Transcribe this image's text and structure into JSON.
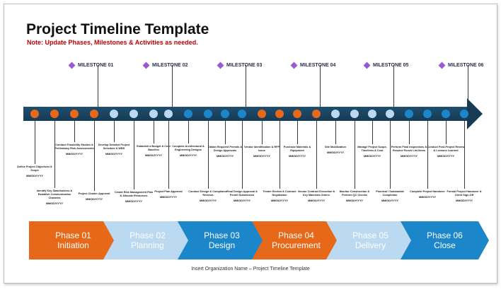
{
  "header": {
    "title": "Project Timeline Template",
    "note": "Note: Update Phases, Milestones & Activities as needed."
  },
  "milestones": [
    {
      "label": "MILESTONE 01"
    },
    {
      "label": "MILESTONE 02"
    },
    {
      "label": "MILESTONE 03"
    },
    {
      "label": "MILESTONE 04"
    },
    {
      "label": "MILESTONE 05"
    },
    {
      "label": "MILESTONE 06"
    }
  ],
  "activities": [
    {
      "title": "Define Project Objectives & Scope",
      "date": "MM/DD/YYYY",
      "color": "#e8681a"
    },
    {
      "title": "Identify Key Stakeholders & Establish Communication Channels",
      "date": "MM/DD/YYYY",
      "color": "#e8681a"
    },
    {
      "title": "Conduct Feasibility Studies & Preliminary Risk Assessments",
      "date": "MM/DD/YYYY",
      "color": "#e8681a"
    },
    {
      "title": "Project Charter Approval",
      "date": "MM/DD/YYYY",
      "color": "#e8681a"
    },
    {
      "title": "Develop Detailed Project Schedule & WBS",
      "date": "MM/DD/YYYY",
      "color": "#bcd9f2"
    },
    {
      "title": "Create Risk Management Plan & Allocate Resources",
      "date": "MM/DD/YYYY",
      "color": "#bcd9f2"
    },
    {
      "title": "Establish a Budget & Cost Baseline",
      "date": "MM/DD/YYYY",
      "color": "#bcd9f2"
    },
    {
      "title": "Project Plan Approval",
      "date": "MM/DD/YYYY",
      "color": "#bcd9f2"
    },
    {
      "title": "Complete Architectural & Engineering Designs",
      "date": "MM/DD/YYYY",
      "color": "#1b86c9"
    },
    {
      "title": "Conduct Design & Compliance Reviews",
      "date": "MM/DD/YYYY",
      "color": "#1b86c9"
    },
    {
      "title": "Obtain Required Permits & Design Approvals",
      "date": "MM/DD/YYYY",
      "color": "#1b86c9"
    },
    {
      "title": "Final Design Approval & Permit Submission",
      "date": "MM/DD/YYYY",
      "color": "#1b86c9"
    },
    {
      "title": "Vendor Identification & RFP Issue",
      "date": "MM/DD/YYYY",
      "color": "#e8681a"
    },
    {
      "title": "Tender Review & Contract Negotiation",
      "date": "MM/DD/YYYY",
      "color": "#e8681a"
    },
    {
      "title": "Purchase Materials & Equipment",
      "date": "MM/DD/YYYY",
      "color": "#e8681a"
    },
    {
      "title": "Vendor Contract Execution & Key Materials Orders",
      "date": "MM/DD/YYYY",
      "color": "#e8681a"
    },
    {
      "title": "Site Mobilization",
      "date": "MM/DD/YYYY",
      "color": "#bcd9f2"
    },
    {
      "title": "Monitor Construction & Perform QC Checks",
      "date": "MM/DD/YYYY",
      "color": "#bcd9f2"
    },
    {
      "title": "Manage Project Scope, Timelines & Cost",
      "date": "MM/DD/YYYY",
      "color": "#bcd9f2"
    },
    {
      "title": "Practical / Substantial Completion",
      "date": "MM/DD/YYYY",
      "color": "#bcd9f2"
    },
    {
      "title": "Perform Final Inspections & Resolve Punch List Items",
      "date": "MM/DD/YYYY",
      "color": "#1b86c9"
    },
    {
      "title": "Complete Project Handover",
      "date": "MM/DD/YYYY",
      "color": "#1b86c9"
    },
    {
      "title": "Conduct Post-Project Review & Lessons Learned",
      "date": "MM/DD/YYYY",
      "color": "#1b86c9"
    },
    {
      "title": "Formal Project Handover & Client Sign-Off",
      "date": "MM/DD/YYYY",
      "color": "#1b86c9"
    }
  ],
  "phases": [
    {
      "number": "Phase 01",
      "name": "Initiation",
      "color": "#e8681a",
      "text_color": "#ffffff"
    },
    {
      "number": "Phase 02",
      "name": "Planning",
      "color": "#bcd9f2",
      "text_color": "#ffffff"
    },
    {
      "number": "Phase 03",
      "name": "Design",
      "color": "#1b86c9",
      "text_color": "#ffffff"
    },
    {
      "number": "Phase 04",
      "name": "Procurement",
      "color": "#e8681a",
      "text_color": "#ffffff"
    },
    {
      "number": "Phase 05",
      "name": "Delivery",
      "color": "#bcd9f2",
      "text_color": "#ffffff"
    },
    {
      "number": "Phase 06",
      "name": "Close",
      "color": "#1b86c9",
      "text_color": "#ffffff"
    }
  ],
  "footer": {
    "text": "Insert Organization Name – Project Timeline Template"
  },
  "colors": {
    "bar": "#163b55",
    "milestone_diamond": "#9a5ad6",
    "note": "#c00000"
  }
}
